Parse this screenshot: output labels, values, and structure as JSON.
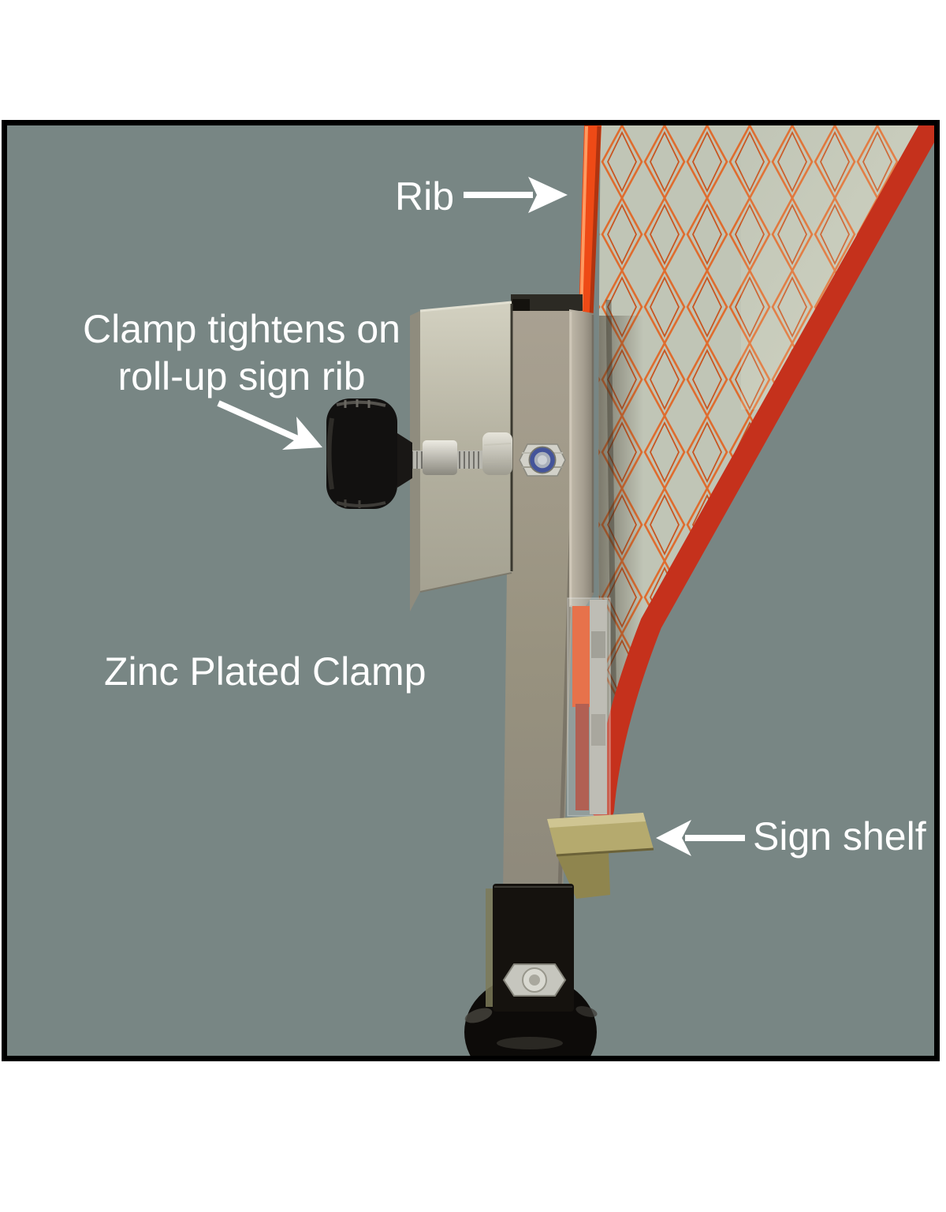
{
  "page": {
    "background": "#ffffff"
  },
  "photo": {
    "description": "Annotated photo of a zinc plated clamp holding a roll-up sign rib",
    "background": "#788684",
    "border_color": "#000000",
    "label_color": "#ffffff",
    "arrow_color": "#ffffff",
    "labels": {
      "rib": "Rib",
      "clamp_line1": "Clamp tightens on",
      "clamp_line2": "roll-up sign rib",
      "zinc_plated_clamp": "Zinc Plated Clamp",
      "sign_shelf": "Sign shelf"
    },
    "icons": [
      "arrow-right-icon",
      "arrow-down-right-icon",
      "arrow-left-icon"
    ],
    "parts": {
      "rib_orange": "#ee4a16",
      "rib_dark_red": "#a33120",
      "sign_border_red": "#c5311c",
      "mesh_fabric": "#c0c5b6",
      "mesh_stitch_orange": "#df6c2e",
      "clamp_zinc": "#b8b5a4",
      "post_metal": "#9a948a",
      "knob_black": "#121110",
      "bolt_silver": "#c9c9c3",
      "locknut_ring_blue": "#44549a",
      "shelf_brass": "#b5aa6e",
      "base_black": "#0d0b09"
    }
  }
}
